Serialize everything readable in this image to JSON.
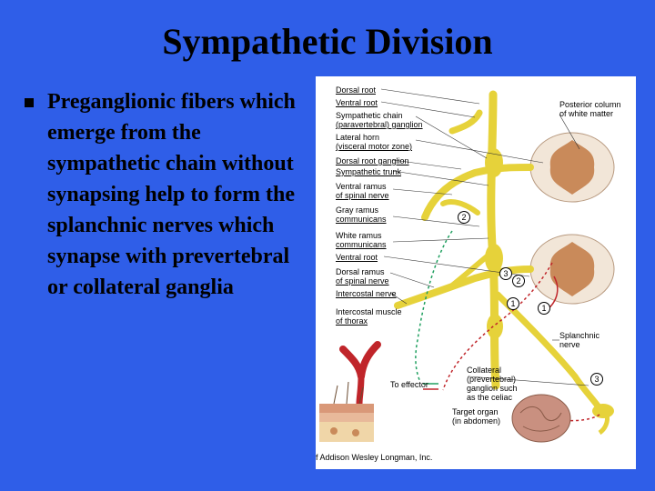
{
  "slide": {
    "title": "Sympathetic Division",
    "bullet_text": "Preganglionic fibers which emerge from the sympathetic chain without synapsing help to form the splanchnic nerves which synapse with prevertebral or collateral ganglia"
  },
  "figure": {
    "left_labels": [
      "Dorsal root",
      "Ventral root",
      "Sympathetic chain",
      "(paravertebral) ganglion",
      "Lateral horn",
      "(visceral motor zone)",
      "Dorsal root ganglion",
      "Sympathetic trunk",
      "Ventral ramus",
      "of spinal nerve",
      "Gray ramus",
      "communicans",
      "White ramus",
      "communicans",
      "Ventral root",
      "Dorsal ramus",
      "of spinal nerve",
      "Intercostal nerve",
      "Intercostal muscle",
      "of thorax"
    ],
    "posterior_column": [
      "Posterior column",
      "of white matter"
    ],
    "splanchnic": [
      "Splanchnic",
      "nerve"
    ],
    "collateral": [
      "Collateral",
      "(prevertebral)",
      "ganglion such",
      "as the celiac"
    ],
    "target": [
      "Target organ",
      "(in abdomen)"
    ],
    "to_effector": "To effector",
    "credit": "f Addison Wesley Longman, Inc.",
    "circle_numbers": [
      "2",
      "3",
      "2",
      "1",
      "1",
      "3"
    ],
    "colors": {
      "nerve": "#e6d23a",
      "cord_white": "#f2e6d8",
      "cord_gray": "#c98a5a",
      "red_vessel": "#c0252a",
      "gut": "#c99080"
    }
  }
}
